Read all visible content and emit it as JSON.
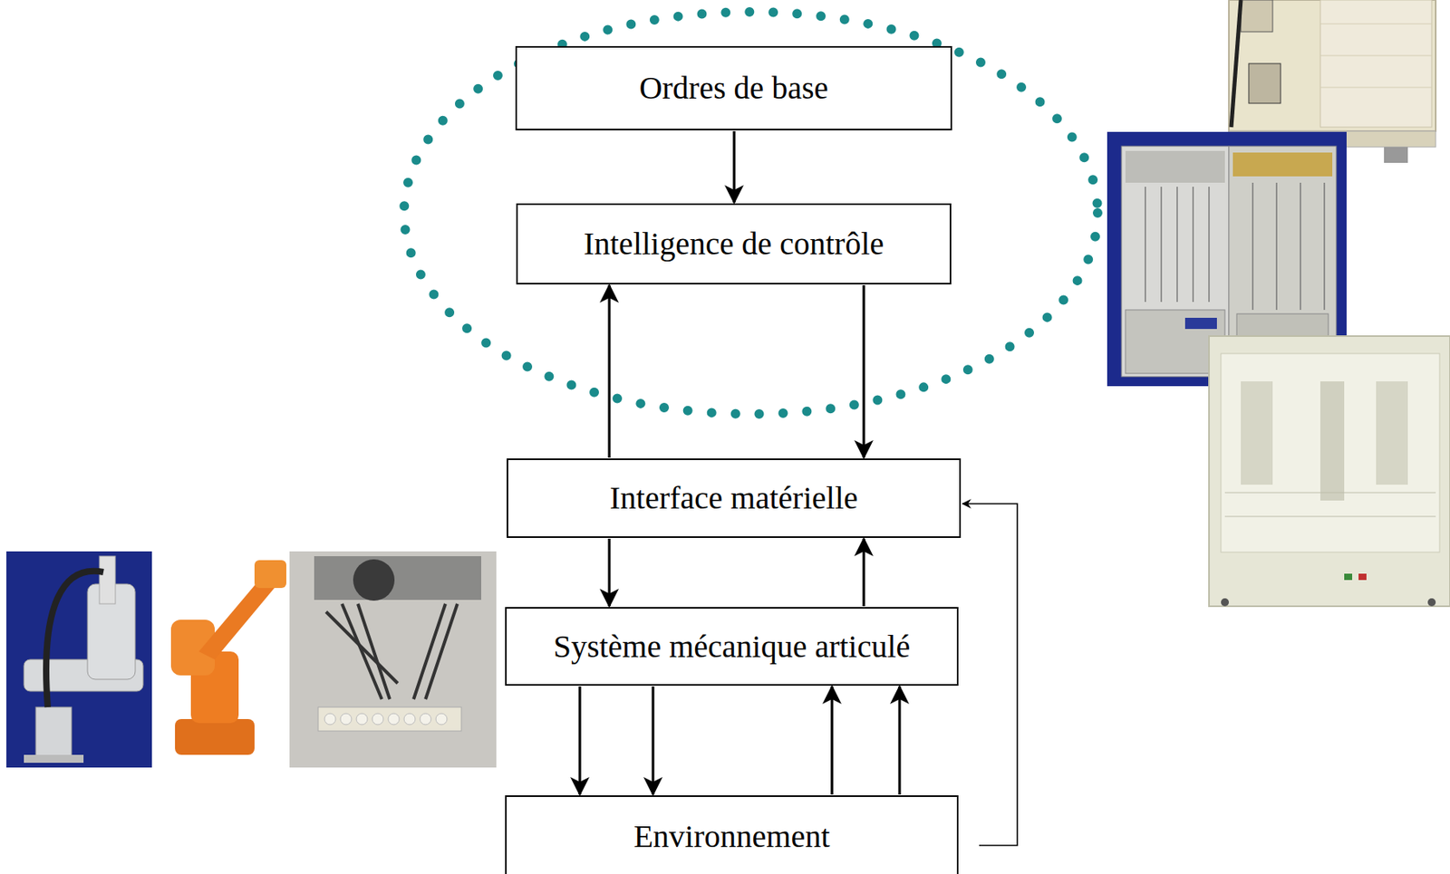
{
  "diagram": {
    "nodes": [
      {
        "text": [
          "Ordres de base"
        ]
      },
      {
        "text": [
          "Intelligence de contrôle"
        ]
      },
      {
        "text": [
          "Interface matérielle"
        ]
      },
      {
        "text": [
          "Système mécanique articulé"
        ]
      },
      {
        "text": [
          "Environnement"
        ]
      }
    ],
    "edges": [
      {
        "from": 0,
        "to": 1,
        "arrow": "to"
      },
      {
        "from": 1,
        "to": 2,
        "arrow": "to"
      },
      {
        "from": 2,
        "to": 1,
        "arrow": "to"
      },
      {
        "from": 2,
        "to": 3,
        "arrow": "to"
      },
      {
        "from": 3,
        "to": 2,
        "arrow": "to"
      },
      {
        "from": 3,
        "to": 4,
        "arrow": "to"
      },
      {
        "from": 3,
        "to": 4,
        "arrow": "to"
      },
      {
        "from": 4,
        "to": 3,
        "arrow": "to"
      },
      {
        "from": 4,
        "to": 3,
        "arrow": "to"
      },
      {
        "from": 4,
        "to": 2,
        "arrow": "to"
      }
    ]
  }
}
